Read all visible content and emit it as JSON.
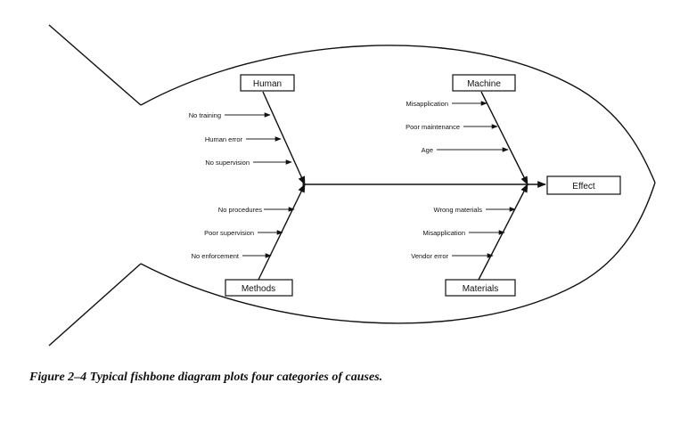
{
  "categories": {
    "human": "Human",
    "machine": "Machine",
    "methods": "Methods",
    "materials": "Materials"
  },
  "effect": "Effect",
  "causes": {
    "human": [
      "No training",
      "Human error",
      "No supervision"
    ],
    "methods": [
      "No procedures",
      "Poor supervision",
      "No enforcement"
    ],
    "machine": [
      "Misapplication",
      "Poor maintenance",
      "Age"
    ],
    "materials": [
      "Wrong materials",
      "Misapplication",
      "Vendor error"
    ]
  },
  "caption": "Figure 2–4  Typical fishbone diagram plots four categories of causes."
}
